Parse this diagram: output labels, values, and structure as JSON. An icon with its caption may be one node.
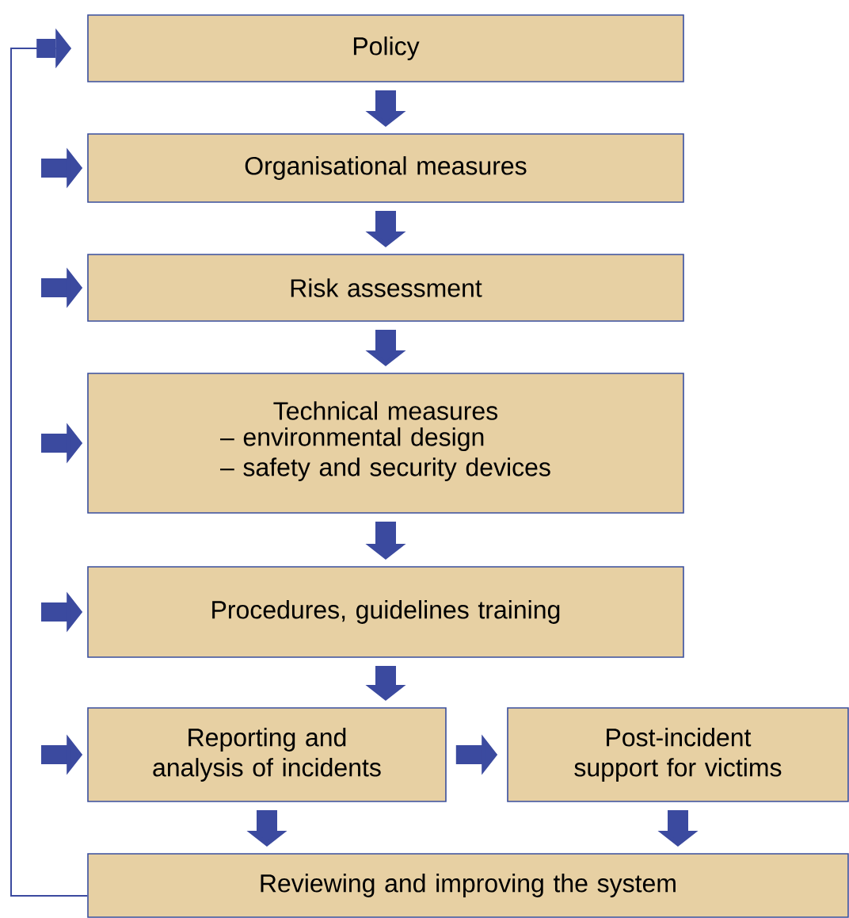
{
  "diagram": {
    "nodes": [
      {
        "text": [
          "Policy"
        ]
      },
      {
        "text": [
          "Organisational measures"
        ]
      },
      {
        "text": [
          "Risk assessment"
        ]
      },
      {
        "text": [
          "Technical measures",
          "– environmental design",
          "– safety and security devices"
        ]
      },
      {
        "text": [
          "Procedures, guidelines training"
        ]
      },
      {
        "text": [
          "Reporting and analysis of incidents"
        ]
      },
      {
        "text": [
          "Post-incident support for victims"
        ]
      },
      {
        "text": [
          "Reviewing and improving the system"
        ]
      }
    ],
    "edges": [
      {
        "from": 0,
        "to": 1,
        "arrow": "to"
      },
      {
        "from": 1,
        "to": 2,
        "arrow": "to"
      },
      {
        "from": 2,
        "to": 3,
        "arrow": "to"
      },
      {
        "from": 3,
        "to": 4,
        "arrow": "to"
      },
      {
        "from": 4,
        "to": 5,
        "arrow": "to"
      },
      {
        "from": 5,
        "to": 6,
        "arrow": "to"
      },
      {
        "from": 5,
        "to": 7,
        "arrow": "to"
      },
      {
        "from": 6,
        "to": 7,
        "arrow": "to"
      },
      {
        "from": 7,
        "to": 0,
        "arrow": "to"
      },
      {
        "from": null,
        "to": 1,
        "arrow": "to"
      },
      {
        "from": null,
        "to": 2,
        "arrow": "to"
      },
      {
        "from": null,
        "to": 3,
        "arrow": "to"
      },
      {
        "from": null,
        "to": 4,
        "arrow": "to"
      },
      {
        "from": null,
        "to": 5,
        "arrow": "to"
      }
    ]
  }
}
